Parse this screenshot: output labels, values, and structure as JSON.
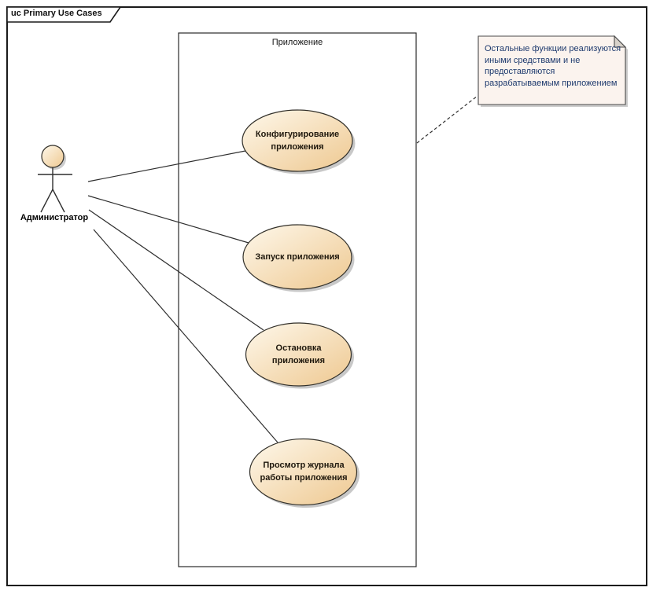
{
  "frame": {
    "title": "uc Primary Use Cases"
  },
  "boundary": {
    "title": "Приложение"
  },
  "actor": {
    "name": "Администратор"
  },
  "use_cases": [
    {
      "label": "Конфигурирование приложения"
    },
    {
      "label": "Запуск приложения"
    },
    {
      "label": "Остановка приложения"
    },
    {
      "label": "Просмотр журнала работы приложения"
    }
  ],
  "note": {
    "lines": [
      "Остальные функции реализуются",
      "иными средствами и не",
      "предоставляются",
      "разрабатываемым приложением"
    ]
  },
  "colors": {
    "ellipse_gradient_start": "#FEF8EB",
    "ellipse_gradient_end": "#EEC890",
    "ellipse_border": "#32302A",
    "note_fill": "#FBF3EE",
    "note_fold": "#D8D2CA",
    "note_border": "#4A4A4A",
    "note_text": "#1E3A6E",
    "shadow": "#9A9A9A",
    "line": "#2E2E2E",
    "frame_border": "#1A1A1A"
  }
}
